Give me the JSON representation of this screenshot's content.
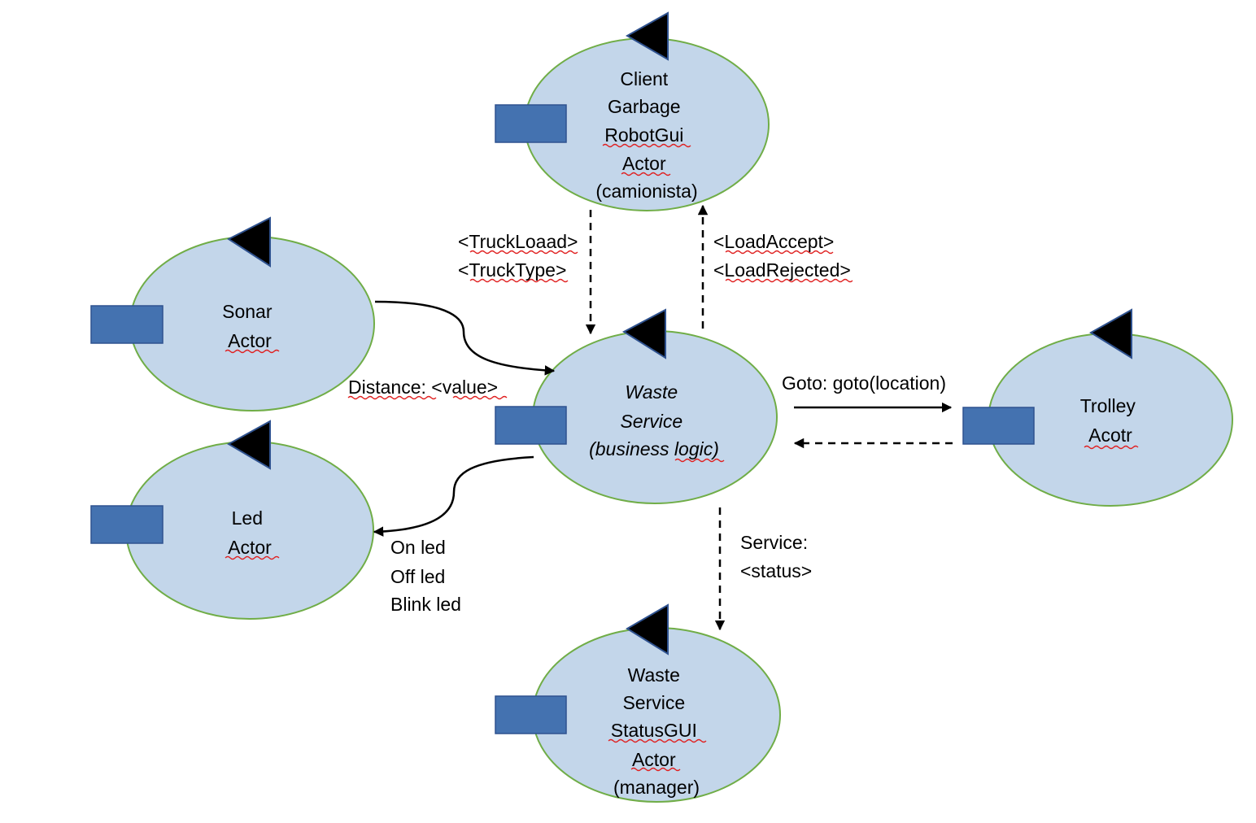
{
  "actors": {
    "client": {
      "lines": [
        "Client",
        "Garbage",
        "RobotGui",
        "Actor",
        "(camionista)"
      ],
      "squiggle": [
        2,
        3
      ]
    },
    "sonar": {
      "lines": [
        "Sonar",
        "Actor"
      ],
      "squiggle": [
        1
      ]
    },
    "led": {
      "lines": [
        "Led",
        "Actor"
      ],
      "squiggle": [
        1
      ]
    },
    "waste_service": {
      "lines": [
        "Waste",
        "Service",
        "(business logic)"
      ],
      "italic": true
    },
    "trolley": {
      "lines": [
        "Trolley",
        "Acotr"
      ],
      "squiggle": [
        1
      ]
    },
    "status_gui": {
      "lines": [
        "Waste",
        "Service",
        "StatusGUI",
        "Actor",
        "(manager)"
      ],
      "squiggle": [
        2,
        3
      ]
    }
  },
  "messages": {
    "truck_request": [
      "<TruckLoaad>",
      "<TruckType>"
    ],
    "load_reply": [
      "<LoadAccept>",
      "<LoadRejected>"
    ],
    "distance": "Distance: <value>",
    "goto": "Goto: goto(location)",
    "led_commands": [
      "On led",
      "Off led",
      "Blink led"
    ],
    "service_status": [
      "Service:",
      "<status>"
    ]
  },
  "colors": {
    "actor_fill": "#c3d6ea",
    "actor_border": "#70ad47",
    "port_fill": "#4472b0",
    "flag": "#000000",
    "spellcheck": "#e02020"
  }
}
